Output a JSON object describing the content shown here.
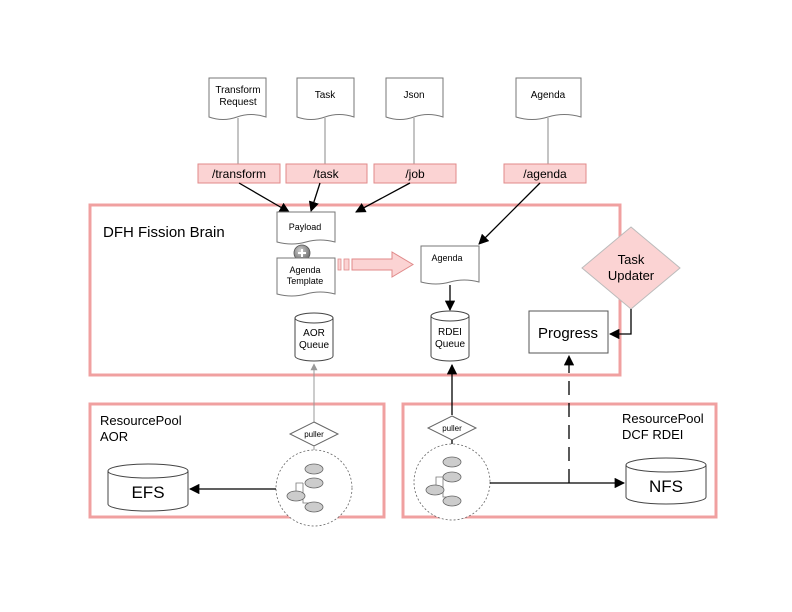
{
  "documents": {
    "transform_request": [
      "Transform",
      "Request"
    ],
    "task": "Task",
    "json": "Json",
    "agenda": "Agenda"
  },
  "endpoints": {
    "transform": "/transform",
    "task": "/task",
    "job": "/job",
    "agenda": "/agenda"
  },
  "brain": {
    "title": "DFH Fission Brain",
    "payload": "Payload",
    "agenda_template": [
      "Agenda",
      "Template"
    ],
    "agenda": "Agenda",
    "aor_queue": [
      "AOR",
      "Queue"
    ],
    "rdei_queue": [
      "RDEI",
      "Queue"
    ],
    "progress": "Progress",
    "task_updater": [
      "Task",
      "Updater"
    ]
  },
  "pool_aor": {
    "title": [
      "ResourcePool",
      "AOR"
    ],
    "puller": "puller",
    "store": "EFS"
  },
  "pool_dcf": {
    "title": [
      "ResourcePool",
      "DCF RDEI"
    ],
    "puller": "puller",
    "store": "NFS"
  },
  "colors": {
    "accent_border": "#f0a0a0",
    "accent_fill": "#fbd3d3",
    "endpoint_border": "#e08a8a"
  }
}
